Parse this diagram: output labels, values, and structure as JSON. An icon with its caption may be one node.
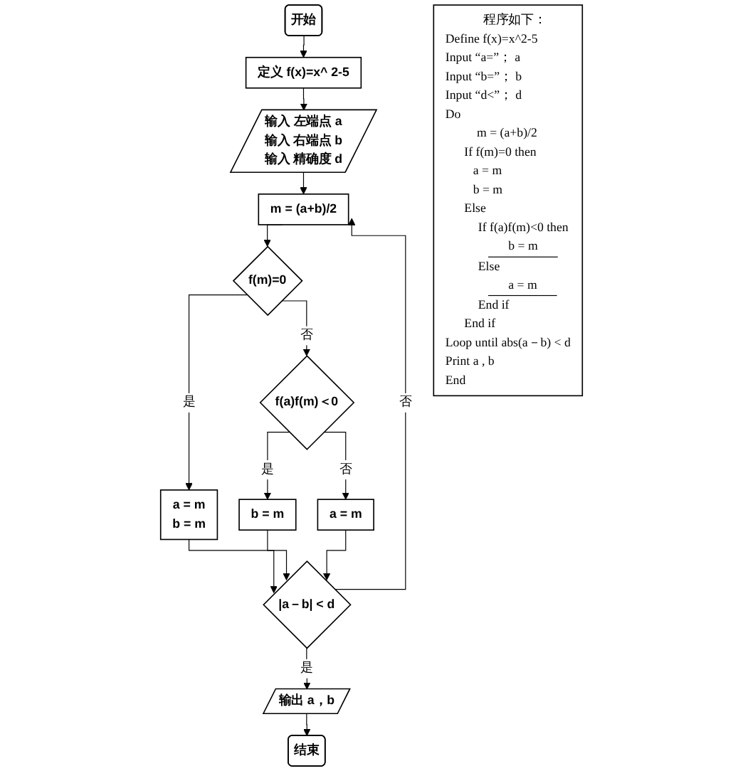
{
  "diagram": {
    "nodes": [
      {
        "text": [
          "开始"
        ]
      },
      {
        "text": [
          "定义 f(x)=x^ 2-5"
        ]
      },
      {
        "text": [
          "输入 左端点 a",
          "输入 右端点 b",
          "输入 精确度 d"
        ]
      },
      {
        "text": [
          "m = (a+b)/2"
        ]
      },
      {
        "text": [
          "f(m)=0"
        ]
      },
      {
        "text": [
          "f(a)f(m)＜0"
        ]
      },
      {
        "text": [
          "a = m",
          "b = m"
        ]
      },
      {
        "text": [
          "b = m"
        ]
      },
      {
        "text": [
          "a = m"
        ]
      },
      {
        "text": [
          "|a－b| < d"
        ]
      },
      {
        "text": [
          "输出 a，b"
        ]
      },
      {
        "text": [
          "结束"
        ]
      },
      {
        "text": [
          "程序如下：",
          "Define f(x)=x^2-5",
          "Input “a=”； a",
          "Input “b=”； b",
          "Input “d<”； d",
          "Do",
          "m = (a+b)/2",
          "If f(m)=0 then",
          "a = m",
          "b = m",
          "Else",
          "If f(a)f(m)<0 then",
          "b = m",
          "Else",
          "a = m",
          "End if",
          "End if",
          "Loop until abs(a－b) < d",
          "Print a , b",
          "End"
        ]
      }
    ],
    "edges": [
      {
        "from": 0,
        "to": 1,
        "arrow": "to"
      },
      {
        "from": 1,
        "to": 2,
        "arrow": "to"
      },
      {
        "from": 2,
        "to": 3,
        "arrow": "to"
      },
      {
        "from": 3,
        "to": 4,
        "arrow": "to"
      },
      {
        "from": 4,
        "to": 6,
        "label": "是",
        "arrow": "to"
      },
      {
        "from": 4,
        "to": 5,
        "label": "否",
        "arrow": "to"
      },
      {
        "from": 5,
        "to": 7,
        "label": "是",
        "arrow": "to"
      },
      {
        "from": 5,
        "to": 8,
        "label": "否",
        "arrow": "to"
      },
      {
        "from": 6,
        "to": 9,
        "arrow": "to"
      },
      {
        "from": 7,
        "to": 9,
        "arrow": "to"
      },
      {
        "from": 8,
        "to": 9,
        "arrow": "to"
      },
      {
        "from": 9,
        "to": 3,
        "label": "否",
        "arrow": "to"
      },
      {
        "from": 9,
        "to": 10,
        "label": "是",
        "arrow": "to"
      },
      {
        "from": 10,
        "to": 11,
        "arrow": "to"
      }
    ]
  }
}
